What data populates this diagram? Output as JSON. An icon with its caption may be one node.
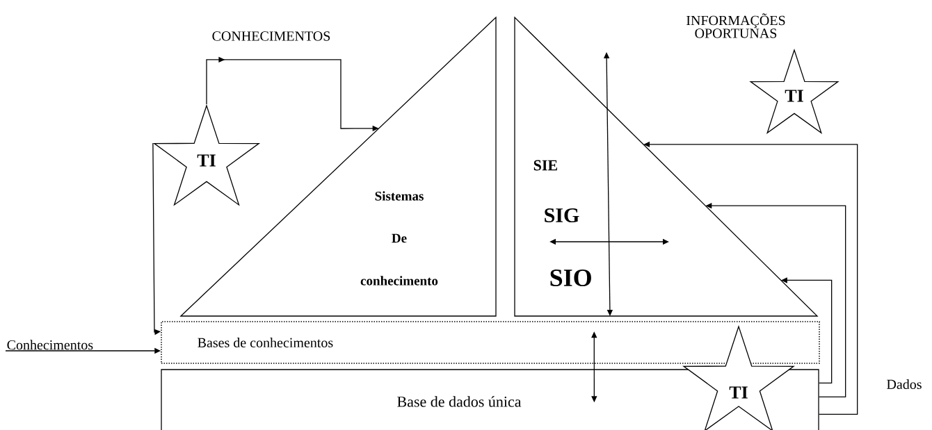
{
  "diagram": {
    "nodes": [
      {
        "text": [
          "Sistemas",
          "De",
          "conhecimento"
        ]
      },
      {
        "text": [
          "SIE",
          "SIG",
          "SIO"
        ]
      },
      {
        "text": [
          "Bases de conhecimentos"
        ]
      },
      {
        "text": [
          "Base de dados única"
        ]
      },
      {
        "text": [
          "TI"
        ]
      },
      {
        "text": [
          "TI"
        ]
      },
      {
        "text": [
          "TI"
        ]
      },
      {
        "text": [
          "Conhecimentos"
        ]
      }
    ],
    "edges": [
      {
        "from": 4,
        "to": 0,
        "arrow": "to",
        "label": "CONHECIMENTOS"
      },
      {
        "from": 4,
        "to": 2,
        "arrow": "to"
      },
      {
        "from": 7,
        "to": 2,
        "arrow": "to"
      },
      {
        "from": 3,
        "to": 1,
        "arrow": "to"
      },
      {
        "from": 3,
        "to": 1,
        "arrow": "to"
      },
      {
        "from": 3,
        "to": 1,
        "arrow": "to"
      },
      {
        "from": 2,
        "to": 3,
        "arrow": "both"
      }
    ],
    "labels": [
      "INFORMAÇÕES OPORTUNAS",
      "Dados"
    ]
  }
}
